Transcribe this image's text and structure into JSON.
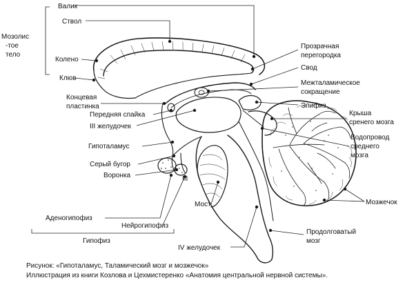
{
  "labels": {
    "valik": "Валик",
    "stvol": "Ствол",
    "mozolistoe_1": "Мозолис",
    "mozolistoe_2": "-тое",
    "mozolistoe_3": "тело",
    "koleno": "Колено",
    "klyuv": "Клюв",
    "koncevaya_1": "Концевая",
    "koncevaya_2": "пластинка",
    "perednyaya_spayka": "Передняя спайка",
    "iii_zheludochek": "III желудочек",
    "gipotalamus": "Гипоталамус",
    "seryi_bugor": "Серый бугор",
    "voronka": "Воронка",
    "adenogipofiz": "Аденогипофиз",
    "neirogipofiz": "Нейрогипофиз",
    "gipofiz": "Гипофиз",
    "most": "Мост",
    "iv_zheludochek": "IV желудочек",
    "prozrachnaya_1": "Прозрачная",
    "prozrachnaya_2": "перегородка",
    "svod": "Свод",
    "mezhtalam_1": "Межталамическое",
    "mezhtalam_2": "сокращение",
    "epifiz": "Эпифиз",
    "krysha_1": "Крыша",
    "krysha_2": "сренего мозга",
    "vodoprovod_1": "Водопровод",
    "vodoprovod_2": "среднего",
    "vodoprovod_3": "мозга",
    "mozzhechok": "Мозжечок",
    "prodolgovatyi_1": "Продолговатый",
    "prodolgovatyi_2": "мозг",
    "roman_three": "III"
  },
  "caption": {
    "line1": "Рисунок: «Гипоталамус, Таламический мозг и мозжечок»",
    "line2": "Иллюстрация из книги Козлова и Цехмистеренко «Анатомия центральной нервной системы»."
  }
}
